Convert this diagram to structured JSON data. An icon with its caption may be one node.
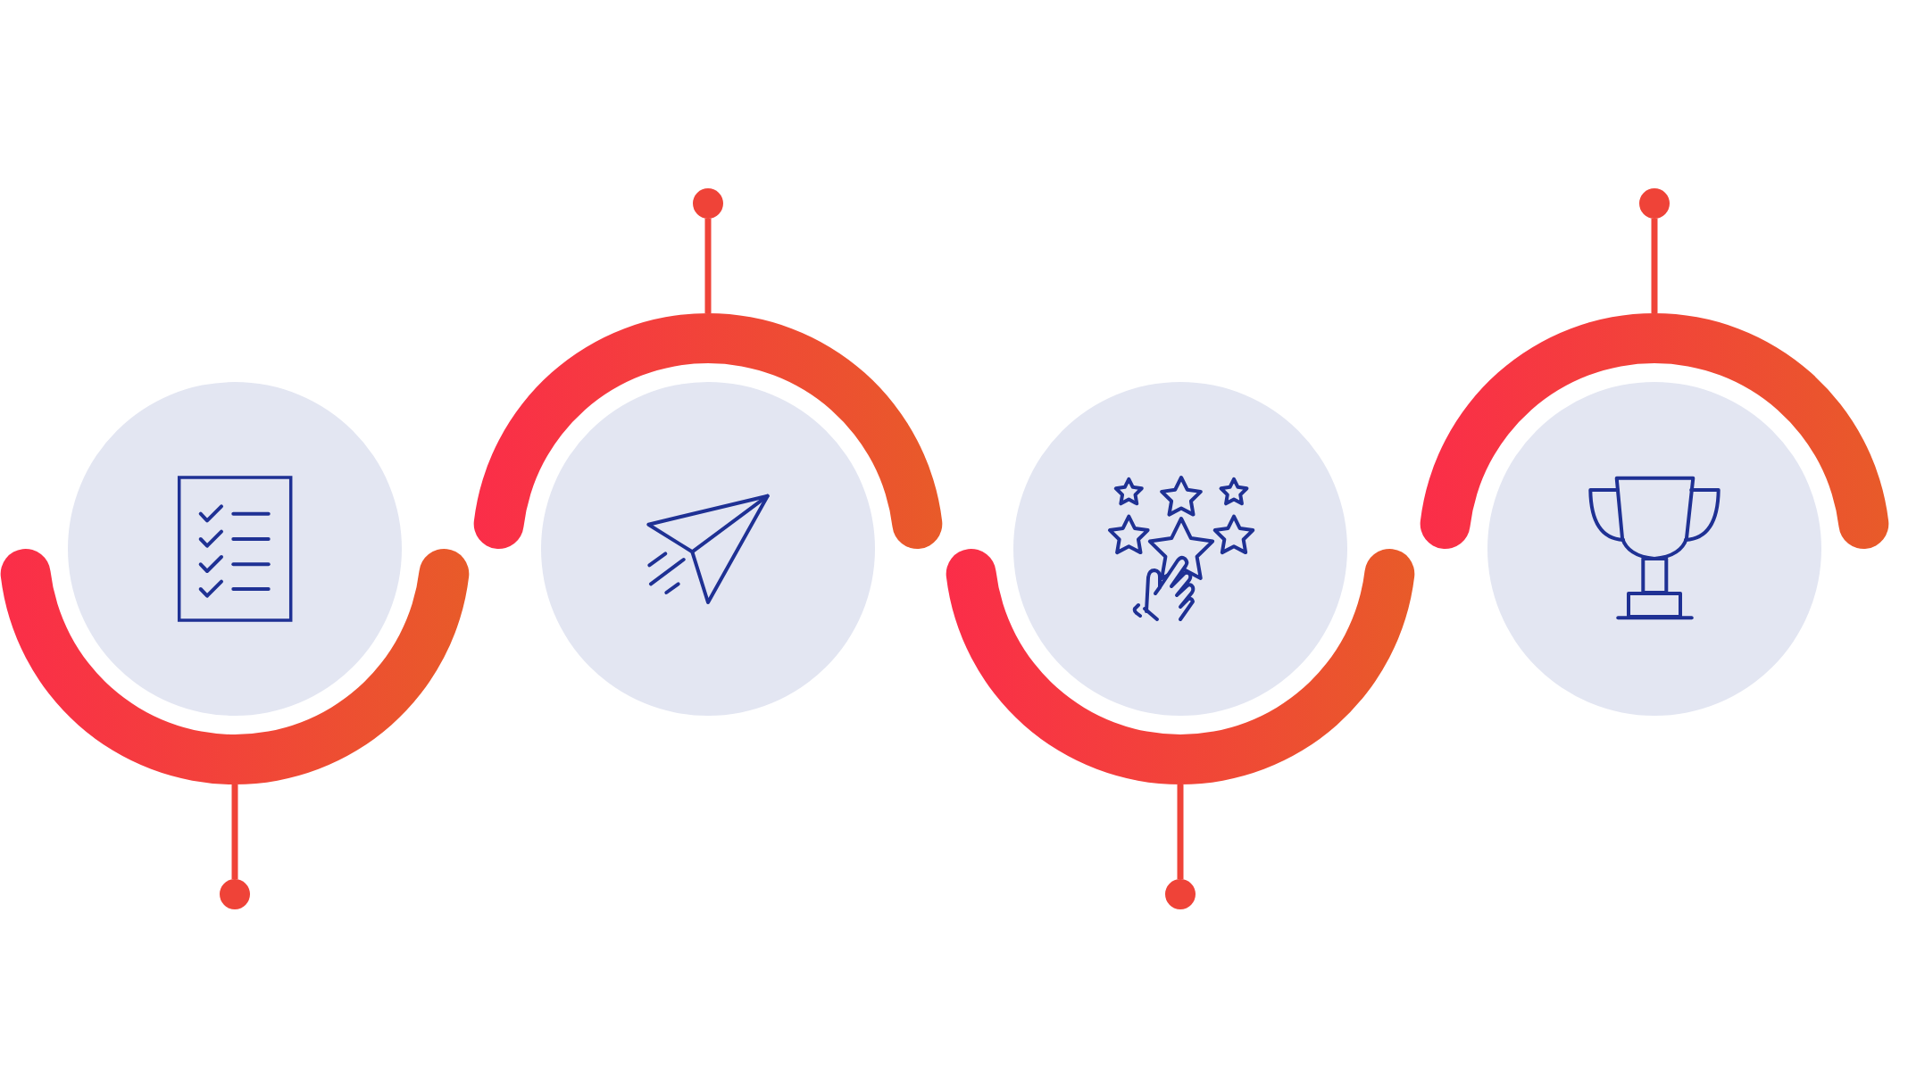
{
  "diagram": {
    "nodes": [
      {
        "text": [],
        "shape": "circle"
      },
      {
        "text": [],
        "shape": "arc"
      },
      {
        "text": [],
        "shape": "circle"
      },
      {
        "text": [],
        "shape": "circle"
      },
      {
        "text": [],
        "shape": "arc"
      },
      {
        "text": [],
        "shape": "circle"
      },
      {
        "text": [],
        "shape": "circle"
      },
      {
        "text": [],
        "shape": "arc"
      },
      {
        "text": [],
        "shape": "circle"
      },
      {
        "text": [],
        "shape": "circle"
      },
      {
        "text": [],
        "shape": "arc"
      },
      {
        "text": [],
        "shape": "circle"
      }
    ],
    "edges": [
      {
        "from": 1,
        "to": 2,
        "arrow": "none"
      },
      {
        "from": 4,
        "to": 5,
        "arrow": "none"
      },
      {
        "from": 7,
        "to": 8,
        "arrow": "none"
      },
      {
        "from": 10,
        "to": 11,
        "arrow": "none"
      }
    ]
  }
}
